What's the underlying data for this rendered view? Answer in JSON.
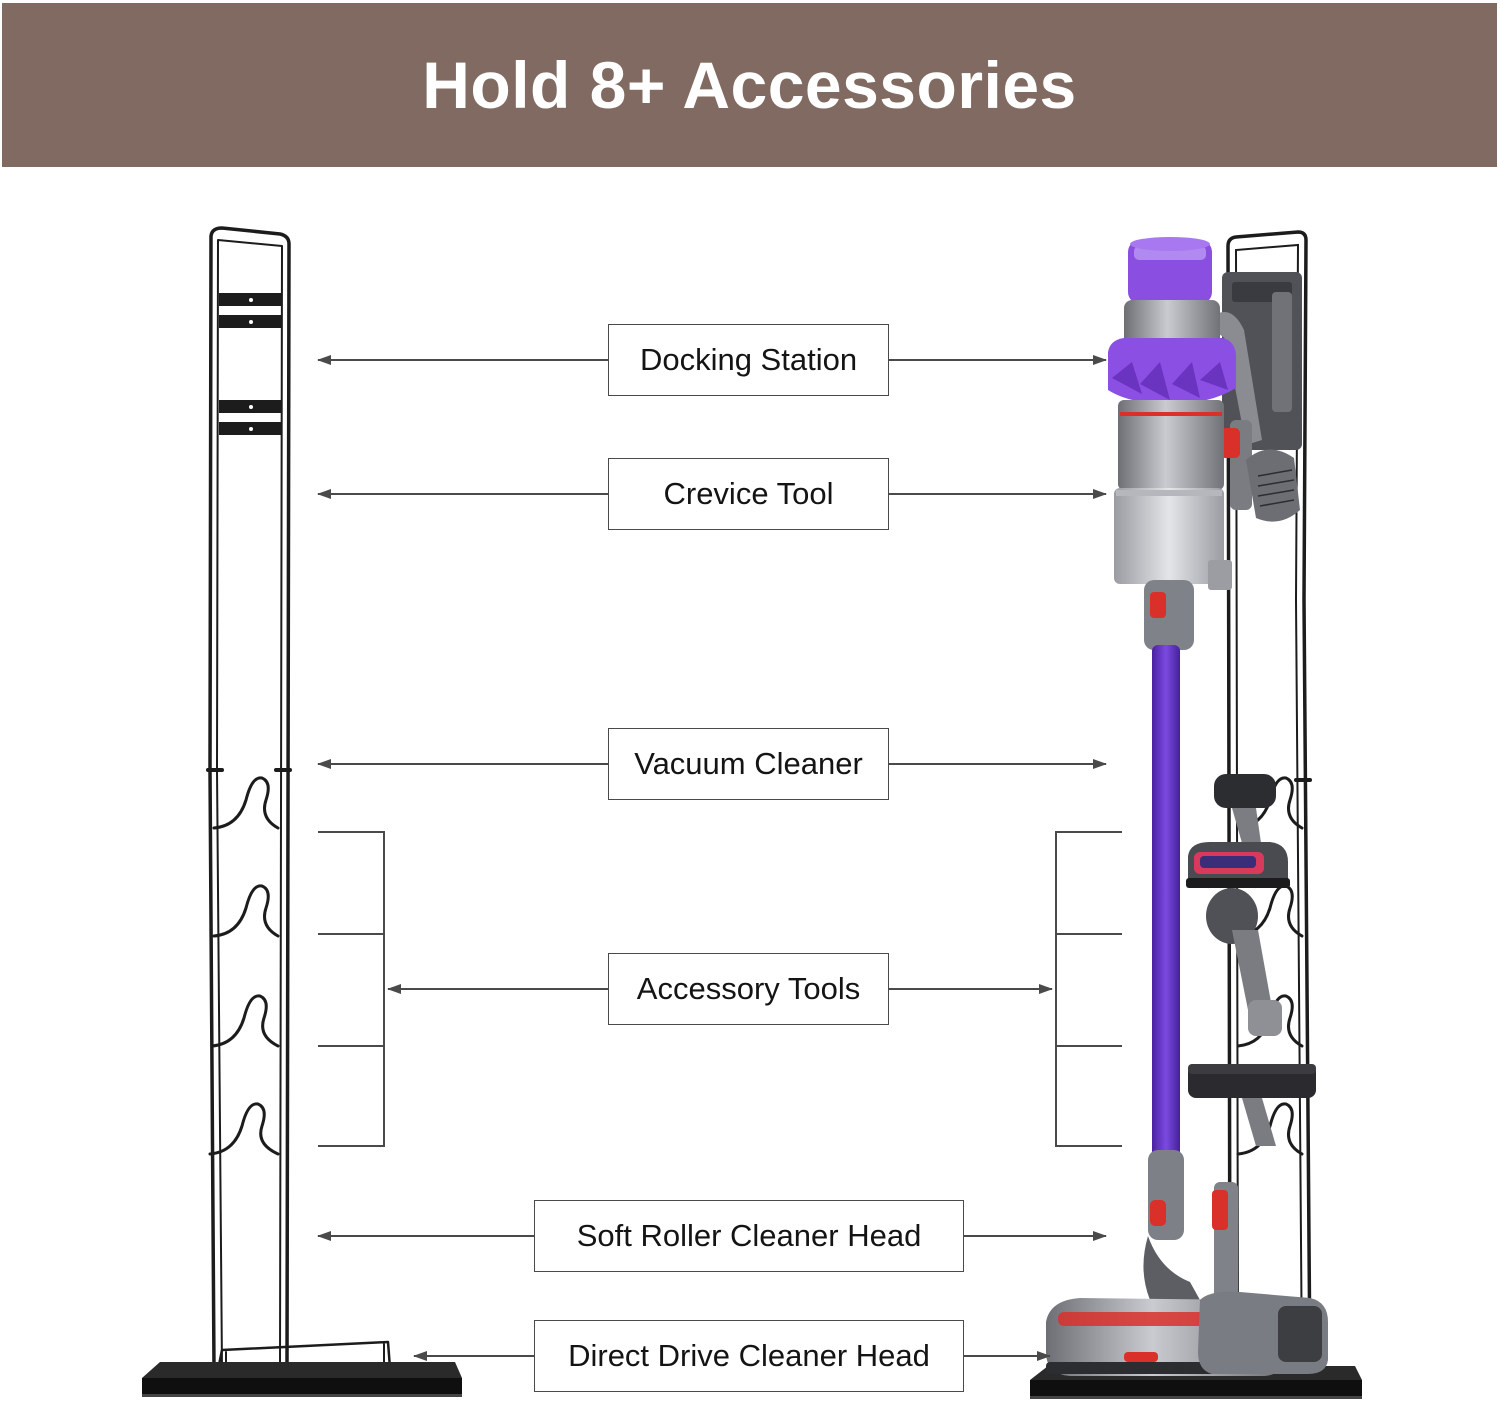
{
  "banner": {
    "title": "Hold 8+ Accessories",
    "background_color": "#806a61",
    "text_color": "#ffffff"
  },
  "labels": {
    "docking_station": "Docking Station",
    "crevice_tool": "Crevice Tool",
    "vacuum_cleaner": "Vacuum Cleaner",
    "accessory_tools": "Accessory Tools",
    "soft_roller_head": "Soft Roller Cleaner Head",
    "direct_drive_head": "Direct Drive Cleaner Head"
  },
  "colors": {
    "stand_frame": "#1c1c1c",
    "vacuum_purple": "#7a3fd6",
    "vacuum_wand": "#5b34b8",
    "vacuum_grey": "#8d8f95",
    "accent_red": "#d9302a",
    "arrow_line": "#4a4a4a"
  }
}
